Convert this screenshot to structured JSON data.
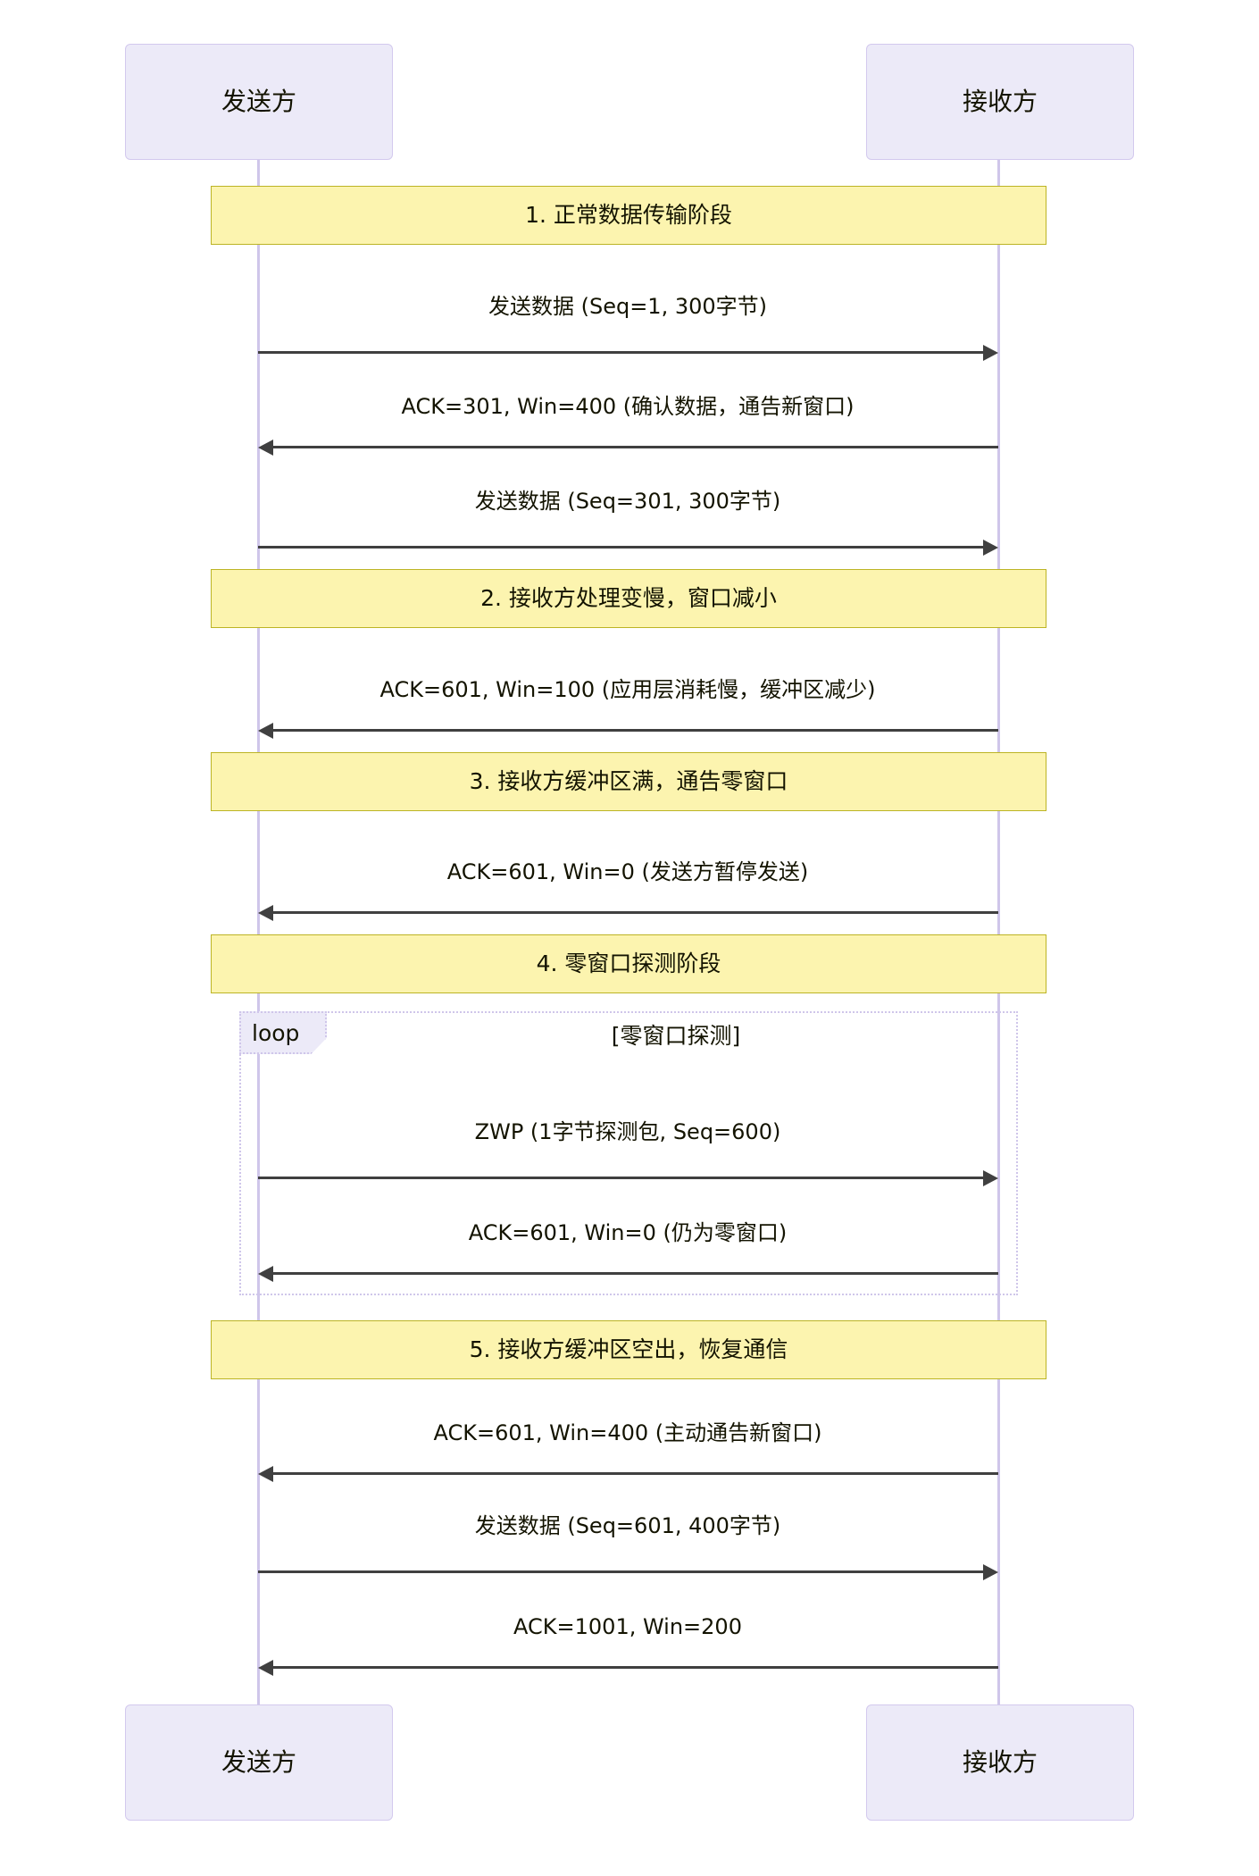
{
  "diagram": {
    "type": "sequence-diagram",
    "title_visible": false,
    "colors": {
      "actor_fill": "#ECEAF8",
      "actor_stroke": "#D3C9EE",
      "note_fill": "#FCF4AF",
      "note_stroke": "#BCB425",
      "lifeline": "#CFC6EA",
      "message_line": "#404040",
      "text": "#131300"
    }
  },
  "participants": [
    {
      "id": "sender",
      "label": "发送方"
    },
    {
      "id": "receiver",
      "label": "接收方"
    }
  ],
  "participants_bottom": [
    {
      "id": "sender",
      "label": "发送方"
    },
    {
      "id": "receiver",
      "label": "接收方"
    }
  ],
  "notes": [
    {
      "id": "note-1",
      "text": "1. 正常数据传输阶段"
    },
    {
      "id": "note-2",
      "text": "2. 接收方处理变慢，窗口减小"
    },
    {
      "id": "note-3",
      "text": "3. 接收方缓冲区满，通告零窗口"
    },
    {
      "id": "note-4",
      "text": "4. 零窗口探测阶段"
    },
    {
      "id": "note-5",
      "text": "5. 接收方缓冲区空出，恢复通信"
    }
  ],
  "loop": {
    "keyword": "loop",
    "condition": "[零窗口探测]"
  },
  "messages": [
    {
      "id": "m1",
      "text": "发送数据 (Seq=1, 300字节)",
      "direction": "right"
    },
    {
      "id": "m2",
      "text": "ACK=301, Win=400 (确认数据，通告新窗口)",
      "direction": "left"
    },
    {
      "id": "m3",
      "text": "发送数据 (Seq=301, 300字节)",
      "direction": "right"
    },
    {
      "id": "m4",
      "text": "ACK=601, Win=100 (应用层消耗慢，缓冲区减少)",
      "direction": "left"
    },
    {
      "id": "m5",
      "text": "ACK=601, Win=0 (发送方暂停发送)",
      "direction": "left"
    },
    {
      "id": "m6",
      "text": "ZWP (1字节探测包, Seq=600)",
      "direction": "right"
    },
    {
      "id": "m7",
      "text": "ACK=601, Win=0 (仍为零窗口)",
      "direction": "left"
    },
    {
      "id": "m8",
      "text": "ACK=601, Win=400 (主动通告新窗口)",
      "direction": "left"
    },
    {
      "id": "m9",
      "text": "发送数据 (Seq=601, 400字节)",
      "direction": "right"
    },
    {
      "id": "m10",
      "text": "ACK=1001, Win=200",
      "direction": "left"
    }
  ]
}
